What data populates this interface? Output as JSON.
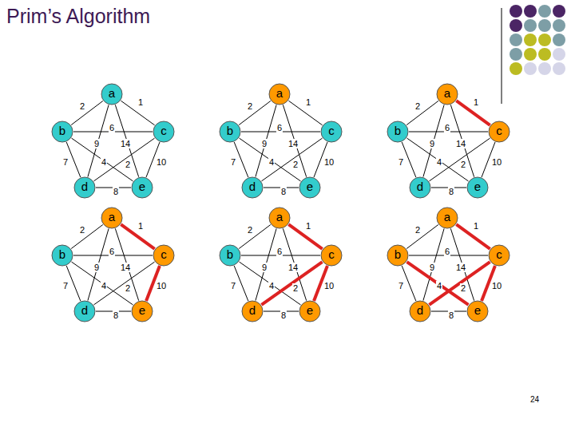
{
  "diagram": {
    "title": "Prim’s Algorithm",
    "nodes": [
      {
        "text": [
          "a"
        ]
      },
      {
        "text": [
          "b"
        ]
      },
      {
        "text": [
          "c"
        ]
      },
      {
        "text": [
          "d"
        ]
      },
      {
        "text": [
          "e"
        ]
      },
      {
        "text": [
          "a"
        ]
      },
      {
        "text": [
          "b"
        ]
      },
      {
        "text": [
          "c"
        ]
      },
      {
        "text": [
          "d"
        ]
      },
      {
        "text": [
          "e"
        ]
      },
      {
        "text": [
          "a"
        ]
      },
      {
        "text": [
          "b"
        ]
      },
      {
        "text": [
          "c"
        ]
      },
      {
        "text": [
          "d"
        ]
      },
      {
        "text": [
          "e"
        ]
      },
      {
        "text": [
          "a"
        ]
      },
      {
        "text": [
          "b"
        ]
      },
      {
        "text": [
          "c"
        ]
      },
      {
        "text": [
          "d"
        ]
      },
      {
        "text": [
          "e"
        ]
      },
      {
        "text": [
          "a"
        ]
      },
      {
        "text": [
          "b"
        ]
      },
      {
        "text": [
          "c"
        ]
      },
      {
        "text": [
          "d"
        ]
      },
      {
        "text": [
          "e"
        ]
      },
      {
        "text": [
          "a"
        ]
      },
      {
        "text": [
          "b"
        ]
      },
      {
        "text": [
          "c"
        ]
      },
      {
        "text": [
          "d"
        ]
      },
      {
        "text": [
          "e"
        ]
      }
    ],
    "edges": [
      {
        "from": 0,
        "to": 1,
        "arrow": "none",
        "label": "2"
      },
      {
        "from": 0,
        "to": 2,
        "arrow": "none",
        "label": "1"
      },
      {
        "from": 1,
        "to": 2,
        "arrow": "none",
        "label": "6"
      },
      {
        "from": 0,
        "to": 3,
        "arrow": "none",
        "label": "9"
      },
      {
        "from": 0,
        "to": 4,
        "arrow": "none",
        "label": "14"
      },
      {
        "from": 1,
        "to": 3,
        "arrow": "none",
        "label": "7"
      },
      {
        "from": 1,
        "to": 4,
        "arrow": "none",
        "label": "4"
      },
      {
        "from": 2,
        "to": 3,
        "arrow": "none",
        "label": "2"
      },
      {
        "from": 2,
        "to": 4,
        "arrow": "none",
        "label": "10"
      },
      {
        "from": 3,
        "to": 4,
        "arrow": "none",
        "label": "8"
      },
      {
        "from": 5,
        "to": 6,
        "arrow": "none",
        "label": "2"
      },
      {
        "from": 5,
        "to": 7,
        "arrow": "none",
        "label": "1"
      },
      {
        "from": 6,
        "to": 7,
        "arrow": "none",
        "label": "6"
      },
      {
        "from": 5,
        "to": 8,
        "arrow": "none",
        "label": "9"
      },
      {
        "from": 5,
        "to": 9,
        "arrow": "none",
        "label": "14"
      },
      {
        "from": 6,
        "to": 8,
        "arrow": "none",
        "label": "7"
      },
      {
        "from": 6,
        "to": 9,
        "arrow": "none",
        "label": "4"
      },
      {
        "from": 7,
        "to": 8,
        "arrow": "none",
        "label": "2"
      },
      {
        "from": 7,
        "to": 9,
        "arrow": "none",
        "label": "10"
      },
      {
        "from": 8,
        "to": 9,
        "arrow": "none",
        "label": "8"
      },
      {
        "from": 10,
        "to": 11,
        "arrow": "none",
        "label": "2"
      },
      {
        "from": 10,
        "to": 12,
        "arrow": "none",
        "label": "1"
      },
      {
        "from": 11,
        "to": 12,
        "arrow": "none",
        "label": "6"
      },
      {
        "from": 10,
        "to": 13,
        "arrow": "none",
        "label": "9"
      },
      {
        "from": 10,
        "to": 14,
        "arrow": "none",
        "label": "14"
      },
      {
        "from": 11,
        "to": 13,
        "arrow": "none",
        "label": "7"
      },
      {
        "from": 11,
        "to": 14,
        "arrow": "none",
        "label": "4"
      },
      {
        "from": 12,
        "to": 13,
        "arrow": "none",
        "label": "2"
      },
      {
        "from": 12,
        "to": 14,
        "arrow": "none",
        "label": "10"
      },
      {
        "from": 13,
        "to": 14,
        "arrow": "none",
        "label": "8"
      },
      {
        "from": 15,
        "to": 16,
        "arrow": "none",
        "label": "2"
      },
      {
        "from": 15,
        "to": 17,
        "arrow": "none",
        "label": "1"
      },
      {
        "from": 16,
        "to": 17,
        "arrow": "none",
        "label": "6"
      },
      {
        "from": 15,
        "to": 18,
        "arrow": "none",
        "label": "9"
      },
      {
        "from": 15,
        "to": 19,
        "arrow": "none",
        "label": "14"
      },
      {
        "from": 16,
        "to": 18,
        "arrow": "none",
        "label": "7"
      },
      {
        "from": 16,
        "to": 19,
        "arrow": "none",
        "label": "4"
      },
      {
        "from": 17,
        "to": 18,
        "arrow": "none",
        "label": "2"
      },
      {
        "from": 17,
        "to": 19,
        "arrow": "none",
        "label": "10"
      },
      {
        "from": 18,
        "to": 19,
        "arrow": "none",
        "label": "8"
      },
      {
        "from": 20,
        "to": 21,
        "arrow": "none",
        "label": "2"
      },
      {
        "from": 20,
        "to": 22,
        "arrow": "none",
        "label": "1"
      },
      {
        "from": 21,
        "to": 22,
        "arrow": "none",
        "label": "6"
      },
      {
        "from": 20,
        "to": 23,
        "arrow": "none",
        "label": "9"
      },
      {
        "from": 20,
        "to": 24,
        "arrow": "none",
        "label": "14"
      },
      {
        "from": 21,
        "to": 23,
        "arrow": "none",
        "label": "7"
      },
      {
        "from": 21,
        "to": 24,
        "arrow": "none",
        "label": "4"
      },
      {
        "from": 22,
        "to": 23,
        "arrow": "none",
        "label": "2"
      },
      {
        "from": 22,
        "to": 24,
        "arrow": "none",
        "label": "10"
      },
      {
        "from": 23,
        "to": 24,
        "arrow": "none",
        "label": "8"
      },
      {
        "from": 25,
        "to": 26,
        "arrow": "none",
        "label": "2"
      },
      {
        "from": 25,
        "to": 27,
        "arrow": "none",
        "label": "1"
      },
      {
        "from": 26,
        "to": 27,
        "arrow": "none",
        "label": "6"
      },
      {
        "from": 25,
        "to": 28,
        "arrow": "none",
        "label": "9"
      },
      {
        "from": 25,
        "to": 29,
        "arrow": "none",
        "label": "14"
      },
      {
        "from": 26,
        "to": 28,
        "arrow": "none",
        "label": "7"
      },
      {
        "from": 26,
        "to": 29,
        "arrow": "none",
        "label": "4"
      },
      {
        "from": 27,
        "to": 28,
        "arrow": "none",
        "label": "2"
      },
      {
        "from": 27,
        "to": 29,
        "arrow": "none",
        "label": "10"
      },
      {
        "from": 28,
        "to": 29,
        "arrow": "none",
        "label": "8"
      }
    ],
    "labels": [
      "24"
    ]
  }
}
